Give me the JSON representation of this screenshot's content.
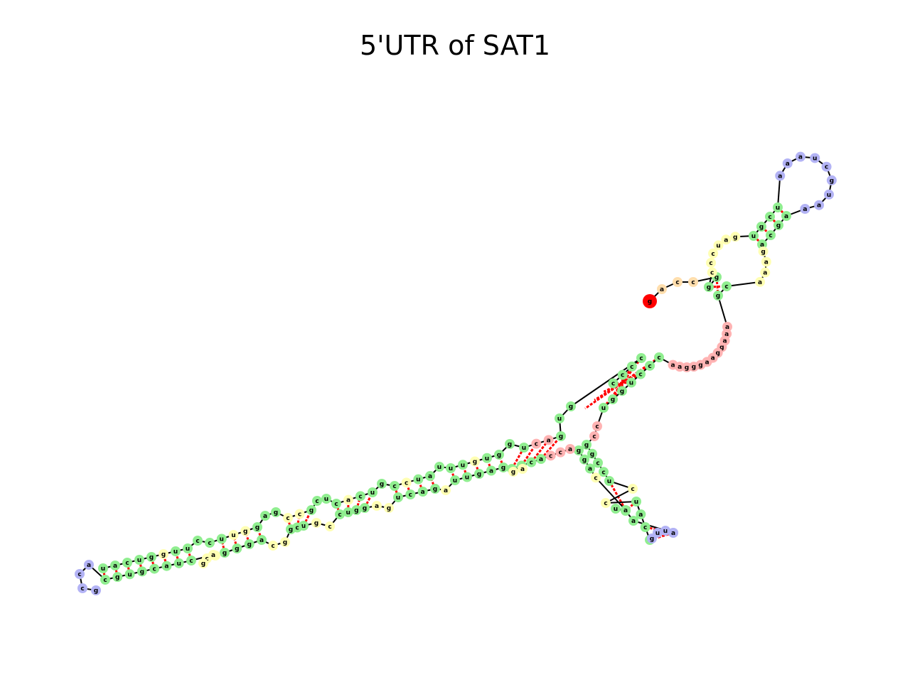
{
  "title": "5'UTR of SAT1",
  "colors": {
    "paired": "#90ee90",
    "interior_loop": "#ffffb3",
    "hairpin_loop": "#b3b3f5",
    "multiloop": "#ffb3b3",
    "external": "#ffdead",
    "five_prime": "#ff0000",
    "three_prime": "#008000",
    "backbone": "#000000",
    "base_pair": "#ff0000"
  },
  "nucleotides": [
    {
      "b": "g",
      "t": "five_prime"
    },
    {
      "b": "a",
      "t": "external"
    },
    {
      "b": "c",
      "t": "external"
    },
    {
      "b": "c",
      "t": "external"
    },
    {
      "b": "g",
      "t": "paired"
    },
    {
      "b": "g",
      "t": "paired"
    },
    {
      "b": "c",
      "t": "interior_loop"
    },
    {
      "b": "c",
      "t": "interior_loop"
    },
    {
      "b": "c",
      "t": "interior_loop"
    },
    {
      "b": "u",
      "t": "interior_loop"
    },
    {
      "b": "a",
      "t": "interior_loop"
    },
    {
      "b": "g",
      "t": "interior_loop"
    },
    {
      "b": "u",
      "t": "paired"
    },
    {
      "b": "g",
      "t": "paired"
    },
    {
      "b": "c",
      "t": "paired"
    },
    {
      "b": "u",
      "t": "paired"
    },
    {
      "b": "a",
      "t": "hairpin_loop"
    },
    {
      "b": "a",
      "t": "hairpin_loop"
    },
    {
      "b": "a",
      "t": "hairpin_loop"
    },
    {
      "b": "u",
      "t": "hairpin_loop"
    },
    {
      "b": "c",
      "t": "hairpin_loop"
    },
    {
      "b": "g",
      "t": "hairpin_loop"
    },
    {
      "b": "u",
      "t": "hairpin_loop"
    },
    {
      "b": "a",
      "t": "hairpin_loop"
    },
    {
      "b": "a",
      "t": "hairpin_loop"
    },
    {
      "b": "a",
      "t": "paired"
    },
    {
      "b": "g",
      "t": "paired"
    },
    {
      "b": "c",
      "t": "paired"
    },
    {
      "b": "a",
      "t": "paired"
    },
    {
      "b": "g",
      "t": "interior_loop"
    },
    {
      "b": "a",
      "t": "interior_loop"
    },
    {
      "b": "a",
      "t": "interior_loop"
    },
    {
      "b": "a",
      "t": "interior_loop"
    },
    {
      "b": "c",
      "t": "paired"
    },
    {
      "b": "g",
      "t": "paired"
    },
    {
      "b": "a",
      "t": "multiloop"
    },
    {
      "b": "a",
      "t": "multiloop"
    },
    {
      "b": "a",
      "t": "multiloop"
    },
    {
      "b": "g",
      "t": "multiloop"
    },
    {
      "b": "g",
      "t": "multiloop"
    },
    {
      "b": "a",
      "t": "multiloop"
    },
    {
      "b": "a",
      "t": "multiloop"
    },
    {
      "b": "g",
      "t": "multiloop"
    },
    {
      "b": "g",
      "t": "multiloop"
    },
    {
      "b": "g",
      "t": "multiloop"
    },
    {
      "b": "a",
      "t": "multiloop"
    },
    {
      "b": "a",
      "t": "multiloop"
    },
    {
      "b": "c",
      "t": "paired"
    },
    {
      "b": "c",
      "t": "paired"
    },
    {
      "b": "c",
      "t": "paired"
    },
    {
      "b": "u",
      "t": "paired"
    },
    {
      "b": "g",
      "t": "paired"
    },
    {
      "b": "g",
      "t": "paired"
    },
    {
      "b": "u",
      "t": "paired"
    },
    {
      "b": "c",
      "t": "multiloop"
    },
    {
      "b": "c",
      "t": "multiloop"
    },
    {
      "b": "g",
      "t": "paired"
    },
    {
      "b": "g",
      "t": "paired"
    },
    {
      "b": "c",
      "t": "paired"
    },
    {
      "b": "c",
      "t": "paired"
    },
    {
      "b": "u",
      "t": "paired"
    },
    {
      "b": "c",
      "t": "interior_loop"
    },
    {
      "b": "c",
      "t": "interior_loop"
    },
    {
      "b": "u",
      "t": "paired"
    },
    {
      "b": "a",
      "t": "paired"
    },
    {
      "b": "c",
      "t": "paired"
    },
    {
      "b": "u",
      "t": "paired"
    },
    {
      "b": "g",
      "t": "hairpin_loop"
    },
    {
      "b": "u",
      "t": "hairpin_loop"
    },
    {
      "b": "u",
      "t": "hairpin_loop"
    },
    {
      "b": "c",
      "t": "hairpin_loop"
    },
    {
      "b": "a",
      "t": "hairpin_loop"
    },
    {
      "b": "a",
      "t": "paired"
    },
    {
      "b": "g",
      "t": "paired"
    },
    {
      "b": "u",
      "t": "paired"
    },
    {
      "b": "a",
      "t": "paired"
    },
    {
      "b": "c",
      "t": "interior_loop"
    },
    {
      "b": "a",
      "t": "paired"
    },
    {
      "b": "g",
      "t": "paired"
    },
    {
      "b": "g",
      "t": "paired"
    },
    {
      "b": "g",
      "t": "paired"
    },
    {
      "b": "a",
      "t": "multiloop"
    },
    {
      "b": "c",
      "t": "multiloop"
    },
    {
      "b": "c",
      "t": "multiloop"
    },
    {
      "b": "a",
      "t": "paired"
    },
    {
      "b": "c",
      "t": "paired"
    },
    {
      "b": "c",
      "t": "paired"
    },
    {
      "b": "a",
      "t": "paired"
    },
    {
      "b": "a",
      "t": "interior_loop"
    },
    {
      "b": "g",
      "t": "interior_loop"
    },
    {
      "b": "g",
      "t": "paired"
    },
    {
      "b": "a",
      "t": "paired"
    },
    {
      "b": "g",
      "t": "paired"
    },
    {
      "b": "u",
      "t": "paired"
    },
    {
      "b": "u",
      "t": "paired"
    },
    {
      "b": "a",
      "t": "interior_loop"
    },
    {
      "b": "g",
      "t": "paired"
    },
    {
      "b": "a",
      "t": "paired"
    },
    {
      "b": "c",
      "t": "paired"
    },
    {
      "b": "u",
      "t": "paired"
    },
    {
      "b": "g",
      "t": "interior_loop"
    },
    {
      "b": "a",
      "t": "interior_loop"
    },
    {
      "b": "g",
      "t": "paired"
    },
    {
      "b": "g",
      "t": "paired"
    },
    {
      "b": "u",
      "t": "paired"
    },
    {
      "b": "c",
      "t": "paired"
    },
    {
      "b": "c",
      "t": "interior_loop"
    },
    {
      "b": "g",
      "t": "interior_loop"
    },
    {
      "b": "u",
      "t": "paired"
    },
    {
      "b": "c",
      "t": "paired"
    },
    {
      "b": "g",
      "t": "paired"
    },
    {
      "b": "g",
      "t": "interior_loop"
    },
    {
      "b": "c",
      "t": "interior_loop"
    },
    {
      "b": "a",
      "t": "paired"
    },
    {
      "b": "g",
      "t": "paired"
    },
    {
      "b": "g",
      "t": "paired"
    },
    {
      "b": "g",
      "t": "paired"
    },
    {
      "b": "a",
      "t": "interior_loop"
    },
    {
      "b": "c",
      "t": "interior_loop"
    },
    {
      "b": "g",
      "t": "interior_loop"
    },
    {
      "b": "a",
      "t": "interior_loop"
    },
    {
      "b": "c",
      "t": "paired"
    },
    {
      "b": "u",
      "t": "paired"
    },
    {
      "b": "a",
      "t": "paired"
    },
    {
      "b": "c",
      "t": "paired"
    },
    {
      "b": "g",
      "t": "paired"
    },
    {
      "b": "u",
      "t": "paired"
    },
    {
      "b": "g",
      "t": "paired"
    },
    {
      "b": "c",
      "t": "paired"
    },
    {
      "b": "a",
      "t": "hairpin_loop"
    },
    {
      "b": "c",
      "t": "hairpin_loop"
    },
    {
      "b": "c",
      "t": "hairpin_loop"
    },
    {
      "b": "g",
      "t": "hairpin_loop"
    },
    {
      "b": "u",
      "t": "paired"
    },
    {
      "b": "g",
      "t": "paired"
    },
    {
      "b": "g",
      "t": "paired"
    },
    {
      "b": "u",
      "t": "paired"
    },
    {
      "b": "a",
      "t": "paired"
    },
    {
      "b": "c",
      "t": "paired"
    },
    {
      "b": "u",
      "t": "paired"
    },
    {
      "b": "g",
      "t": "paired"
    },
    {
      "b": "g",
      "t": "interior_loop"
    },
    {
      "b": "u",
      "t": "paired"
    },
    {
      "b": "u",
      "t": "paired"
    },
    {
      "b": "c",
      "t": "paired"
    },
    {
      "b": "c",
      "t": "paired"
    },
    {
      "b": "u",
      "t": "paired"
    },
    {
      "b": "u",
      "t": "interior_loop"
    },
    {
      "b": "g",
      "t": "interior_loop"
    },
    {
      "b": "g",
      "t": "paired"
    },
    {
      "b": "a",
      "t": "paired"
    },
    {
      "b": "g",
      "t": "paired"
    },
    {
      "b": "c",
      "t": "interior_loop"
    },
    {
      "b": "c",
      "t": "interior_loop"
    },
    {
      "b": "g",
      "t": "paired"
    },
    {
      "b": "c",
      "t": "paired"
    },
    {
      "b": "u",
      "t": "paired"
    },
    {
      "b": "c",
      "t": "paired"
    },
    {
      "b": "a",
      "t": "interior_loop"
    },
    {
      "b": "c",
      "t": "paired"
    },
    {
      "b": "u",
      "t": "paired"
    },
    {
      "b": "g",
      "t": "paired"
    },
    {
      "b": "c",
      "t": "paired"
    },
    {
      "b": "c",
      "t": "interior_loop"
    },
    {
      "b": "u",
      "t": "paired"
    },
    {
      "b": "a",
      "t": "paired"
    },
    {
      "b": "u",
      "t": "paired"
    },
    {
      "b": "u",
      "t": "paired"
    },
    {
      "b": "u",
      "t": "paired"
    },
    {
      "b": "g",
      "t": "interior_loop"
    },
    {
      "b": "u",
      "t": "paired"
    },
    {
      "b": "g",
      "t": "paired"
    },
    {
      "b": "g",
      "t": "paired"
    },
    {
      "b": "u",
      "t": "paired"
    },
    {
      "b": "c",
      "t": "multiloop"
    },
    {
      "b": "a",
      "t": "multiloop"
    },
    {
      "b": "g",
      "t": "paired"
    },
    {
      "b": "u",
      "t": "paired"
    },
    {
      "b": "g",
      "t": "paired"
    },
    {
      "b": "c",
      "t": "paired"
    },
    {
      "b": "c",
      "t": "paired"
    },
    {
      "b": "c",
      "t": "paired"
    },
    {
      "b": "c",
      "t": "paired"
    }
  ]
}
